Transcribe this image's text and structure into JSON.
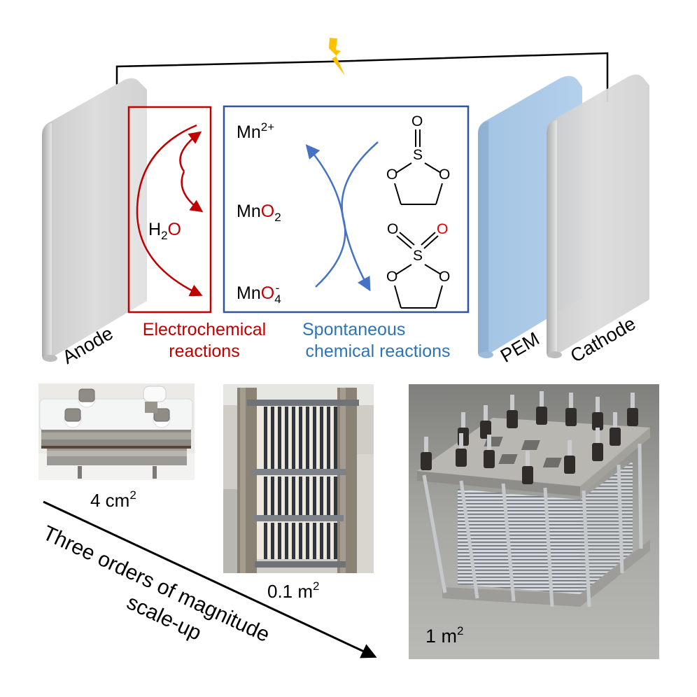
{
  "figure": {
    "electrodes": {
      "anode": "Anode",
      "pem": "PEM",
      "cathode": "Cathode"
    },
    "electrochemical_box": {
      "molecule": {
        "h": "H",
        "sub": "2",
        "o": "O"
      },
      "caption_line1": "Electrochemical",
      "caption_line2": "reactions"
    },
    "chemical_box": {
      "mn2": {
        "base": "Mn",
        "sup": "2+"
      },
      "mno2": {
        "base": "Mn",
        "o": "O",
        "sub": "2"
      },
      "mno4": {
        "base": "Mn",
        "o": "O",
        "sub": "4",
        "sup": "-"
      },
      "sulfite": {
        "top_o": "O",
        "s": "S",
        "left_o": "O",
        "right_o": "O"
      },
      "sulfate": {
        "left_top_o": "O",
        "right_top_o": "O",
        "s": "S",
        "left_o": "O",
        "right_o": "O"
      },
      "caption_line1": "Spontaneous",
      "caption_line2": "chemical reactions"
    },
    "scale_up": {
      "small": {
        "value": "4 cm",
        "sup": "2"
      },
      "medium": {
        "value": "0.1 m",
        "sup": "2"
      },
      "large": {
        "value": "1 m",
        "sup": "2"
      },
      "arrow_line1": "Three orders of magnitude",
      "arrow_line2": "scale-up"
    },
    "colors": {
      "red": "#c00000",
      "blue": "#2e74b5",
      "box_blue": "#2f5597",
      "arrow_blue": "#4472c4",
      "bolt": "#ffc000",
      "pem": "#a9c8e6",
      "electrode": "#d6d6d6"
    }
  }
}
